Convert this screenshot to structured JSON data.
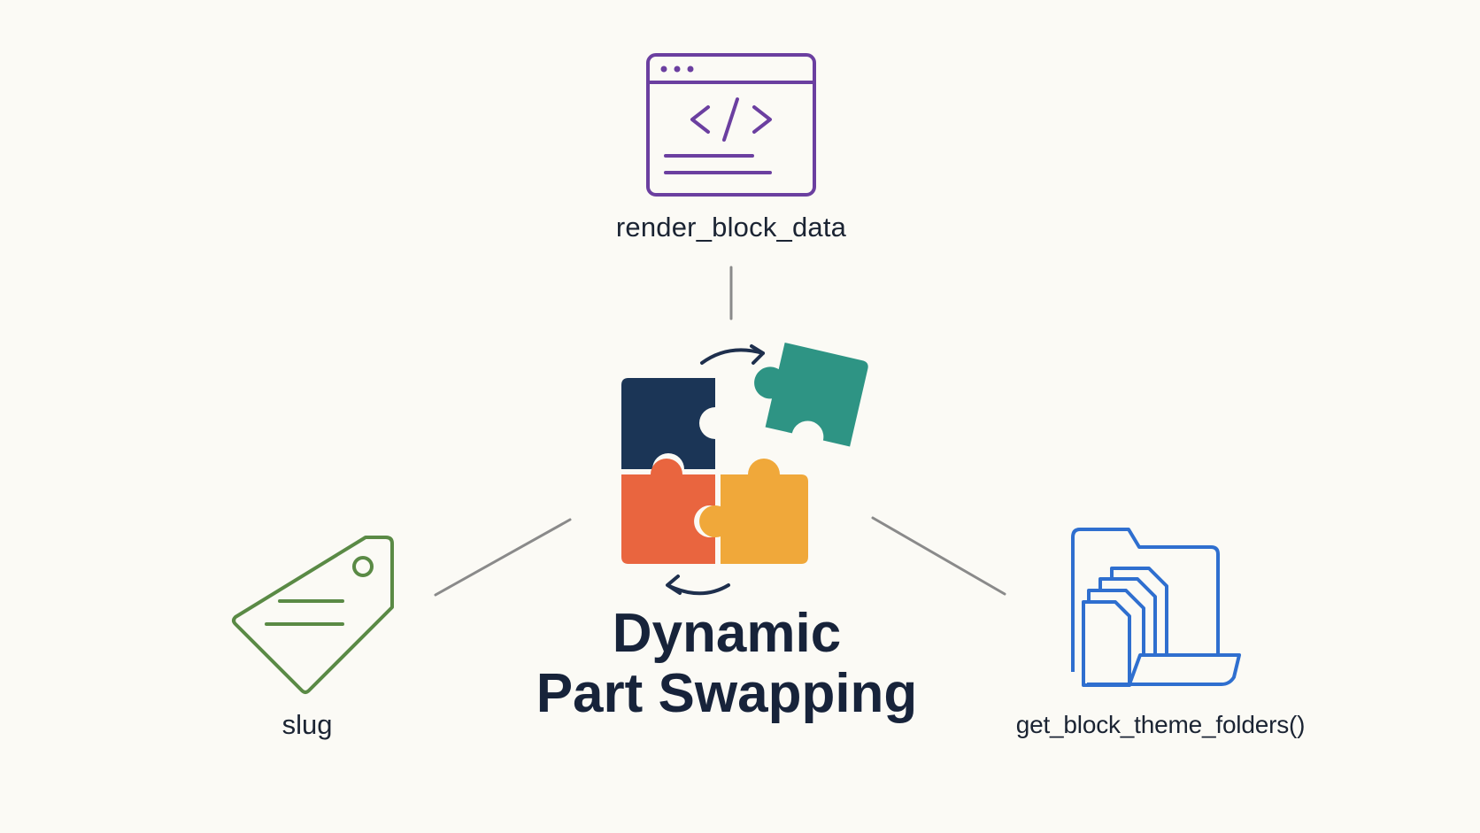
{
  "diagram": {
    "title_line1": "Dynamic",
    "title_line2": "Part Swapping",
    "nodes": {
      "top": {
        "label": "render_block_data",
        "icon": "code-window-icon"
      },
      "left": {
        "label": "slug",
        "icon": "tag-icon"
      },
      "right": {
        "label": "get_block_theme_folders()",
        "icon": "folders-icon"
      }
    },
    "center_icon": "puzzle-pieces-icon",
    "colors": {
      "background": "#fbfaf5",
      "text": "#1b2433",
      "connector": "#8a8a8a",
      "code_window": "#6b3fa0",
      "tag": "#5a8a45",
      "folders": "#2f6fcf",
      "puzzle_navy": "#1b3556",
      "puzzle_teal": "#2e9484",
      "puzzle_orange": "#e9653f",
      "puzzle_yellow": "#f0a83a",
      "arrows": "#1e2f4d"
    }
  }
}
